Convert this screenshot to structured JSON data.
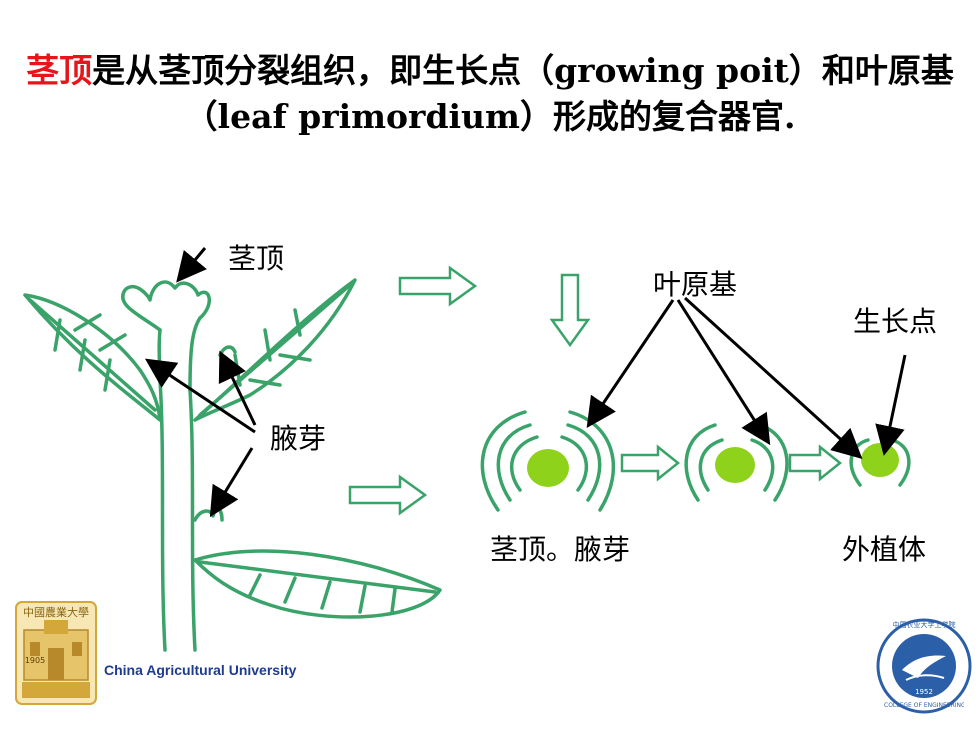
{
  "title": {
    "highlight": "茎顶",
    "rest": "是从茎顶分裂组织，即生长点（growing poit）和叶原基（leaf primordium）形成的复合器官."
  },
  "labels": {
    "shoot_apex": "茎顶",
    "axillary_bud": "腋芽",
    "leaf_primordium": "叶原基",
    "growing_point": "生长点",
    "apex_bud_caption": "茎顶。腋芽",
    "explant_caption": "外植体"
  },
  "footer": {
    "university_name": "China Agricultural University",
    "left_logo_text": "中國農業大學",
    "left_logo_year": "1905",
    "right_logo_top_text": "中国农业大学工学院",
    "right_logo_bottom_text": "COLLEGE OF ENGINEERING, CAU",
    "right_logo_year": "1952"
  },
  "colors": {
    "highlight": "#e8141b",
    "plant_stroke": "#3aa36a",
    "meristem_fill": "#8fd21b",
    "arrow_outline": "#3aa36a",
    "pointer": "#000000",
    "footer_text": "#1f3a93"
  }
}
